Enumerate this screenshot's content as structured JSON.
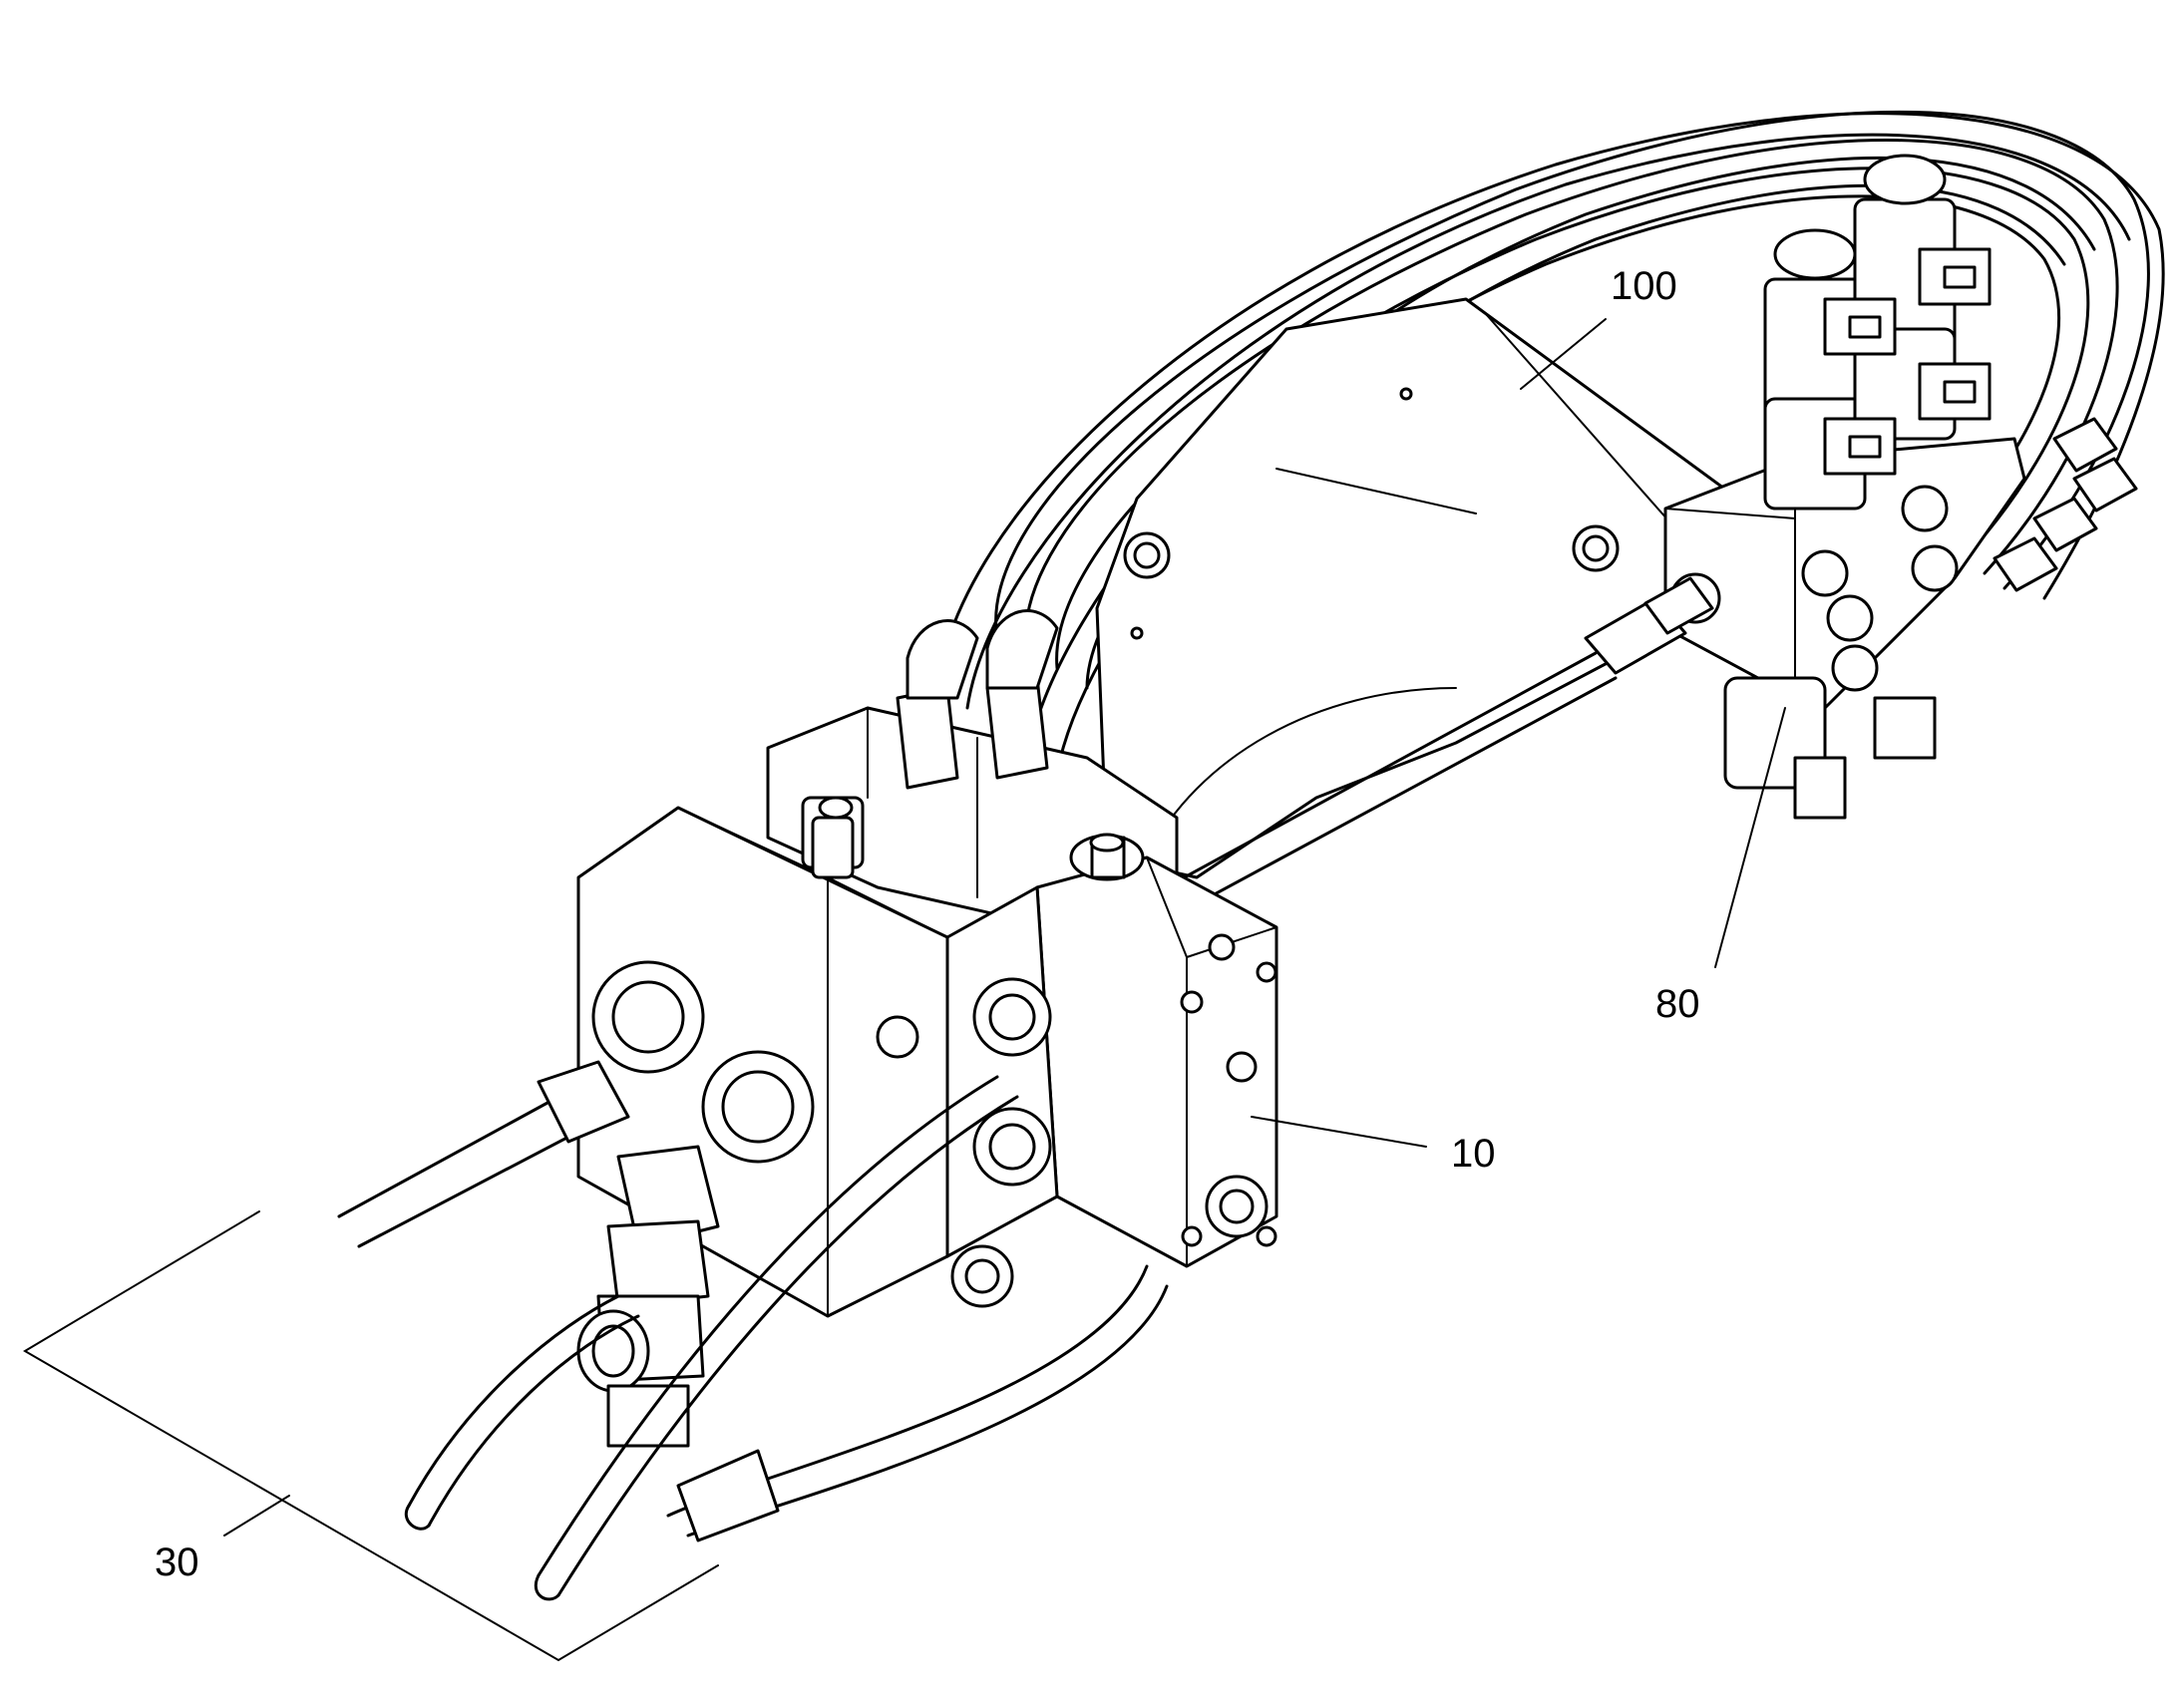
{
  "figure": {
    "labels": {
      "ref_100": "100",
      "ref_80": "80",
      "ref_10": "10",
      "ref_30": "30"
    },
    "colors": {
      "line": "#000000",
      "background": "#ffffff"
    }
  }
}
